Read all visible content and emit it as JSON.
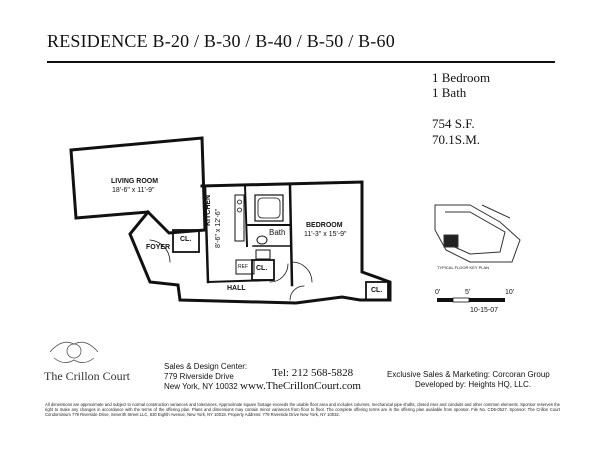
{
  "header": {
    "title": "RESIDENCE B-20 / B-30 / B-40 / B-50 / B-60"
  },
  "specs": {
    "bedrooms": "1 Bedroom",
    "baths": "1 Bath",
    "sqft": "754 S.F.",
    "sqm": "70.1S.M."
  },
  "rooms": {
    "living_name": "LIVING ROOM",
    "living_dim": "18'-6\" x 11'-9\"",
    "bedroom_name": "BEDROOM",
    "bedroom_dim": "11'-3\" x 15'-9\"",
    "kitchen_name": "KITCHEN",
    "kitchen_dim": "8'-6\" x 12'-6\"",
    "bath": "Bath",
    "foyer": "FOYER",
    "hall": "HALL",
    "closet": "CL.",
    "refrigerator": "REF"
  },
  "keyplan": {
    "label": "TYPICAL FLOOR KEY PLAN",
    "scale_0": "0'",
    "scale_5": "5'",
    "scale_10": "10'",
    "date": "10-15-07"
  },
  "footer": {
    "logo": "The Crillon Court",
    "sales_center_title": "Sales & Design Center:",
    "sales_address_1": "779 Riverside Drive",
    "sales_address_2": "New York, NY 10032",
    "phone": "Tel: 212 568-5828",
    "website": "www.TheCrillonCourt.com",
    "exclusive": "Exclusive Sales & Marketing: Corcoran Group",
    "developer": "Developed by: Heights HQ, LLC.",
    "disclaimer": "All dimensions are approximate and subject to normal construction variances and tolerances. Approximate square footage exceeds the usable floor area and includes columns, mechanical pipe shafts, closed riser and conduits and other common elements. Sponsor reserves the right to make any changes in accordance with the terms of the offering plan. Plans and dimensions may contain minor variances from floor to floor. The complete offering terms are in the offering plan available from sponsor. File No. CD6-0527. Sponsor: The Crillon Court Condominium 779 Riverside Drive, Seventh Street LLC, 630 Eighth Avenue, New York, NY 10018. Property Address: 779 Riverside Drive New York, NY 10032."
  }
}
